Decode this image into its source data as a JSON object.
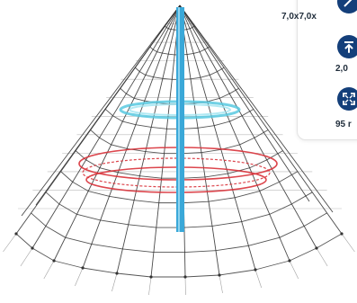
{
  "colors": {
    "pole": "#3aa8d8",
    "net_dark": "#2b2b2b",
    "ring_cyan": "#58c9e0",
    "ring_red": "#d8323a",
    "icon_bg": "#143f7a",
    "icon_fg": "#ffffff"
  },
  "specs": [
    {
      "icon": "dimensions-icon",
      "value": "7,0x7,0x"
    },
    {
      "icon": "height-arrow-icon",
      "value": "2,0"
    },
    {
      "icon": "area-expand-icon",
      "value": "95 r"
    }
  ]
}
